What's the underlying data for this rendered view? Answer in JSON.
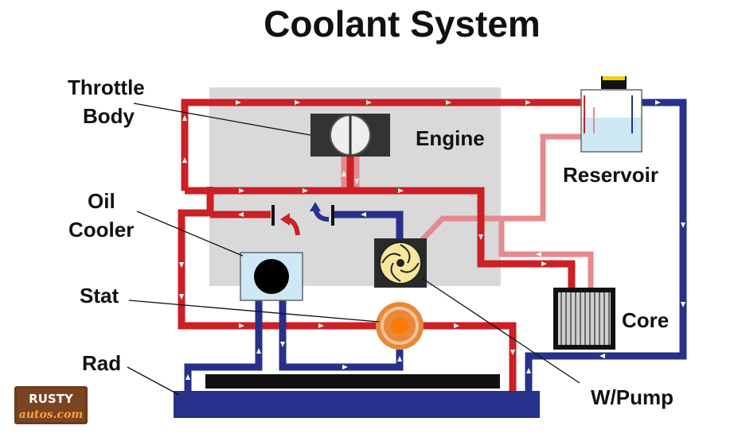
{
  "title": "Coolant System",
  "labels": {
    "throttle_body_line1": "Throttle",
    "throttle_body_line2": "Body",
    "engine": "Engine",
    "reservoir": "Reservoir",
    "oil_cooler_line1": "Oil",
    "oil_cooler_line2": "Cooler",
    "stat": "Stat",
    "core": "Core",
    "rad": "Rad",
    "water_pump": "W/Pump"
  },
  "logo": {
    "line1": "RUSTY",
    "line2": "autos.com"
  },
  "colors": {
    "hot": "#cc1f26",
    "warm": "#e58a8e",
    "cold": "#27308a",
    "engine_block": "#d9d9d9",
    "coolant": "#cfe8f5"
  }
}
